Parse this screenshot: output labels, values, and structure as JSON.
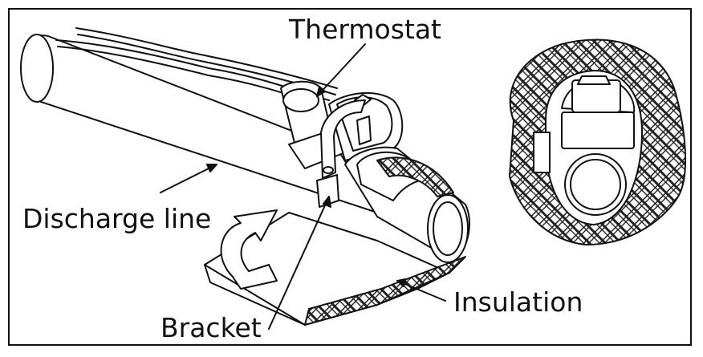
{
  "labels": {
    "thermostat": "Thermostat",
    "discharge_line": "Discharge line",
    "bracket": "Bracket",
    "insulation": "Insulation"
  },
  "colors": {
    "stroke": "#111111",
    "fill": "#ffffff",
    "hatch": "#222222"
  }
}
